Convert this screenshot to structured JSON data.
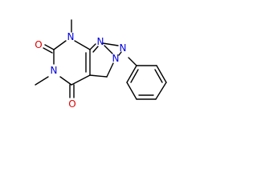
{
  "molecule": {
    "atoms": {
      "O_top": {
        "symbol": "O",
        "color": "#e00000"
      },
      "N7": {
        "symbol": "N",
        "color": "#0000e0"
      },
      "N1": {
        "symbol": "N",
        "color": "#0000e0"
      },
      "N2": {
        "symbol": "N",
        "color": "#0000e0"
      },
      "N5": {
        "symbol": "N",
        "color": "#0000e0"
      },
      "N_amine": {
        "symbol": "N",
        "color": "#0000e0"
      },
      "O_bottom": {
        "symbol": "O",
        "color": "#e00000"
      }
    },
    "bond_color": "#000000"
  }
}
